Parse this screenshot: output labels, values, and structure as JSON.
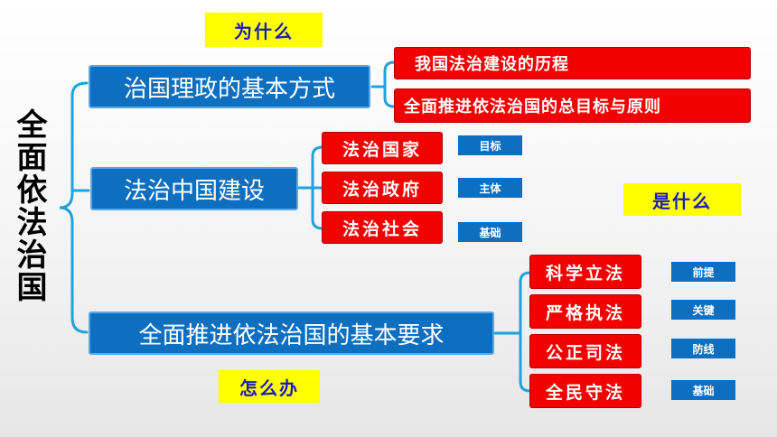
{
  "title": "全面依法治国",
  "labels": {
    "why": "为什么",
    "what": "是什么",
    "how": "怎么办"
  },
  "branches": [
    {
      "label": "治国理政的基本方式",
      "children": [
        {
          "label": "我国法治建设的历程"
        },
        {
          "label": "全面推进依法治国的总目标与原则"
        }
      ]
    },
    {
      "label": "法治中国建设",
      "children": [
        {
          "label": "法治国家",
          "tag": "目标"
        },
        {
          "label": "法治政府",
          "tag": "主体"
        },
        {
          "label": "法治社会",
          "tag": "基础"
        }
      ]
    },
    {
      "label": "全面推进依法治国的基本要求",
      "children": [
        {
          "label": "科学立法",
          "tag": "前提"
        },
        {
          "label": "严格执法",
          "tag": "关键"
        },
        {
          "label": "公正司法",
          "tag": "防线"
        },
        {
          "label": "全民守法",
          "tag": "基础"
        }
      ]
    }
  ],
  "colors": {
    "main_blue": "#0e6fc0",
    "red": "#f30000",
    "yellow": "#ffff00",
    "bracket": "#1fa3dc",
    "label_text": "#1b1bbf"
  }
}
